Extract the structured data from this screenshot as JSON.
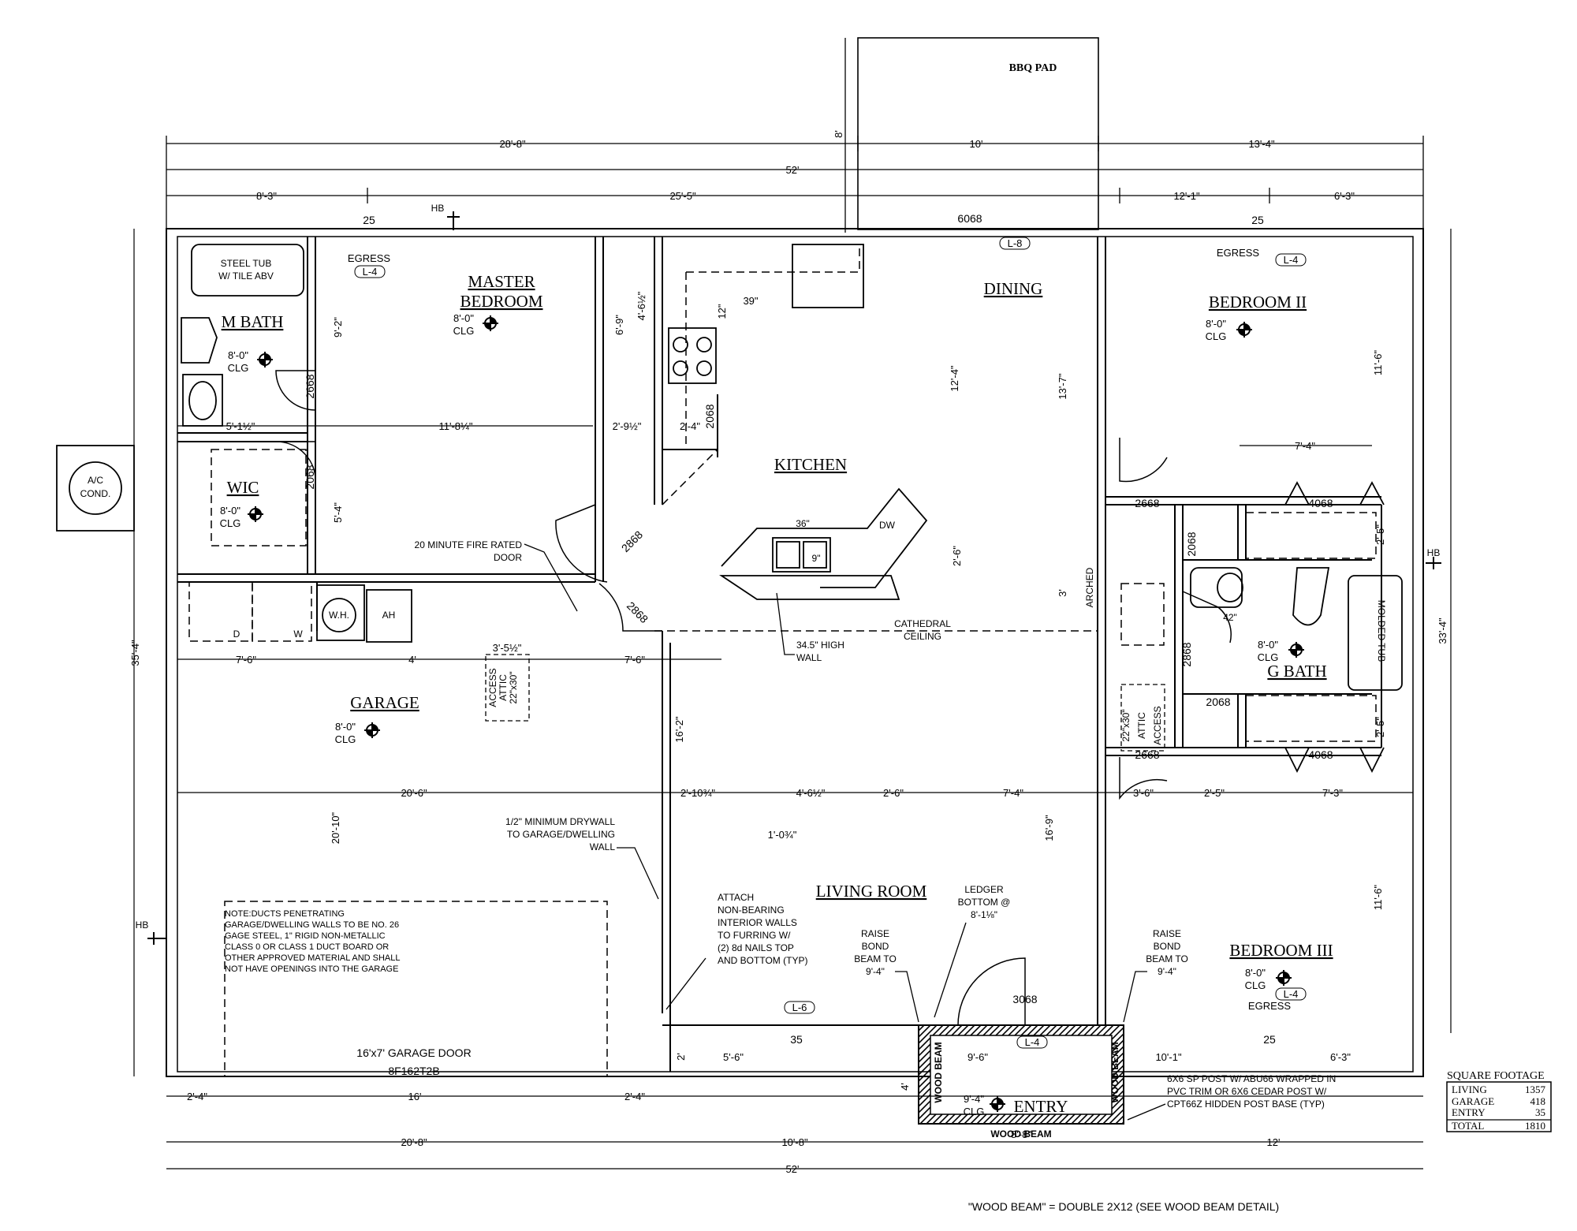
{
  "rooms": {
    "bbq": "BBQ PAD",
    "master": [
      "MASTER",
      "BEDROOM"
    ],
    "mbath": "M BATH",
    "tub": [
      "STEEL TUB",
      "W/ TILE ABV"
    ],
    "wic": "WIC",
    "kitchen": "KITCHEN",
    "dining": "DINING",
    "bed2": "BEDROOM II",
    "bed3": "BEDROOM III",
    "gbath": "G BATH",
    "garage": "GARAGE",
    "living": "LIVING ROOM",
    "entry": "ENTRY"
  },
  "ceilings": {
    "height": "8'-0\"",
    "clg": "CLG",
    "entry_height": "9'-4\""
  },
  "equipment": {
    "ac": [
      "A/C",
      "COND."
    ],
    "wh": "W.H.",
    "ah": "AH",
    "dryer": "D",
    "washer": "W",
    "dw": "DW",
    "sink": "36\"",
    "gbath_sink": "42\"",
    "tub_g": "MOLDED TUB"
  },
  "egress": {
    "label": "EGRESS",
    "l4": "L-4",
    "l8": "L-8",
    "l6": "L-6"
  },
  "hose_bib": "HB",
  "doors": {
    "d2668": "2668",
    "d2068": "2068",
    "d2868": "2868",
    "d4068": "4068",
    "d3068": "3068",
    "d6068": "6068",
    "w25": "25",
    "w35": "35",
    "garage_door": "16'x7' GARAGE DOOR",
    "garage_door_tag": "8F162T2B"
  },
  "dims_top": {
    "a": "28'-8\"",
    "b": "10'",
    "c": "13'-4\"",
    "overall": "52'",
    "d": "8'-3\"",
    "e": "25'-5\"",
    "f": "12'-1\"",
    "g": "6'-3\"",
    "bbq_depth": "8'"
  },
  "dims_bottom": {
    "a": "2'-4\"",
    "b": "16'",
    "c": "2'-4\"",
    "d": "5'-6\"",
    "e": "9'-6\"",
    "f": "10'-1\"",
    "g": "6'-3\"",
    "h": "20'-8\"",
    "i": "10'-8\"",
    "j": "12'",
    "overall": "52'",
    "k": "2'",
    "l": "4'",
    "m": "8'-8\""
  },
  "dims_side": {
    "left": "35'-4\"",
    "right": "33'-4\""
  },
  "dims_interior": {
    "mb_depth": "9'-2\"",
    "mb_width": "11'-8¼\"",
    "mbath_w": "5'-1½\"",
    "k1": "2'-9½\"",
    "k2": "2'-4\"",
    "k3": "6'-9\"",
    "k4": "4'-6½\"",
    "k5": "12\"",
    "k6": "39\"",
    "wic": "5'-4\"",
    "g1": "7'-6\"",
    "g2": "4'",
    "g3": "3'-5½\"",
    "g4": "7'-6\"",
    "dn1": "12'-4\"",
    "dn2": "2'-6\"",
    "dn3": "13'-7\"",
    "dn4": "3'",
    "b2": "11'-6\"",
    "b2w": "7'-4\"",
    "b2c": "2'-5\"",
    "b3": "11'-6\"",
    "b3c": "2'-5\"",
    "r1": "20'-6\"",
    "r2": "2'-10¾\"",
    "r3": "4'-6½\"",
    "r4": "2'-6\"",
    "r5": "7'-4\"",
    "r6": "3'-6\"",
    "r7": "2'-5\"",
    "r8": "7'-3\"",
    "garage_depth": "20'-10\"",
    "lr_depth": "16'-9\"",
    "k_depth": "16'-2\"",
    "wall": "1'-0¾\"",
    "sink_d": "9\""
  },
  "notes": {
    "fire_door": [
      "20 MINUTE FIRE RATED",
      "DOOR"
    ],
    "wall_height": [
      "34.5\" HIGH",
      "WALL"
    ],
    "cathedral": [
      "CATHEDRAL",
      "CEILING"
    ],
    "arched": "ARCHED",
    "drywall": [
      "1/2\" MINIMUM DRYWALL",
      "TO GARAGE/DWELLING",
      "WALL"
    ],
    "attach": [
      "ATTACH",
      "NON-BEARING",
      "INTERIOR WALLS",
      "TO FURRING W/",
      "(2) 8d NAILS TOP",
      "AND BOTTOM (TYP)"
    ],
    "ledger": [
      "LEDGER",
      "BOTTOM @",
      "8'-1⅛\""
    ],
    "raise_left": [
      "RAISE",
      "BOND",
      "BEAM TO",
      "9'-4\""
    ],
    "raise_right": [
      "RAISE",
      "BOND",
      "BEAM TO",
      "9'-4\""
    ],
    "ducts": [
      "NOTE:DUCTS PENETRATING",
      "GARAGE/DWELLING WALLS TO BE NO. 26",
      "GAGE STEEL, 1\" RIGID NON-METALLIC",
      "CLASS 0 OR CLASS 1 DUCT BOARD OR",
      "OTHER APPROVED MATERIAL AND SHALL",
      "NOT HAVE OPENINGS INTO THE GARAGE"
    ],
    "attic": [
      "22\"x30\"",
      "ATTIC",
      "ACCESS"
    ],
    "post": [
      "6X6 SP POST W/ ABU66 WRAPPED IN",
      "PVC TRIM OR 6X6 CEDAR POST W/",
      "CPT66Z HIDDEN POST BASE (TYP)"
    ],
    "wood_beam": "WOOD BEAM",
    "beam_note": "\"WOOD BEAM\" = DOUBLE 2X12 (SEE WOOD BEAM DETAIL)"
  },
  "sqft": {
    "title": "SQUARE FOOTAGE",
    "rows": [
      {
        "label": "LIVING",
        "value": "1357"
      },
      {
        "label": "GARAGE",
        "value": "418"
      },
      {
        "label": "ENTRY",
        "value": "35"
      },
      {
        "label": "TOTAL",
        "value": "1810"
      }
    ]
  }
}
